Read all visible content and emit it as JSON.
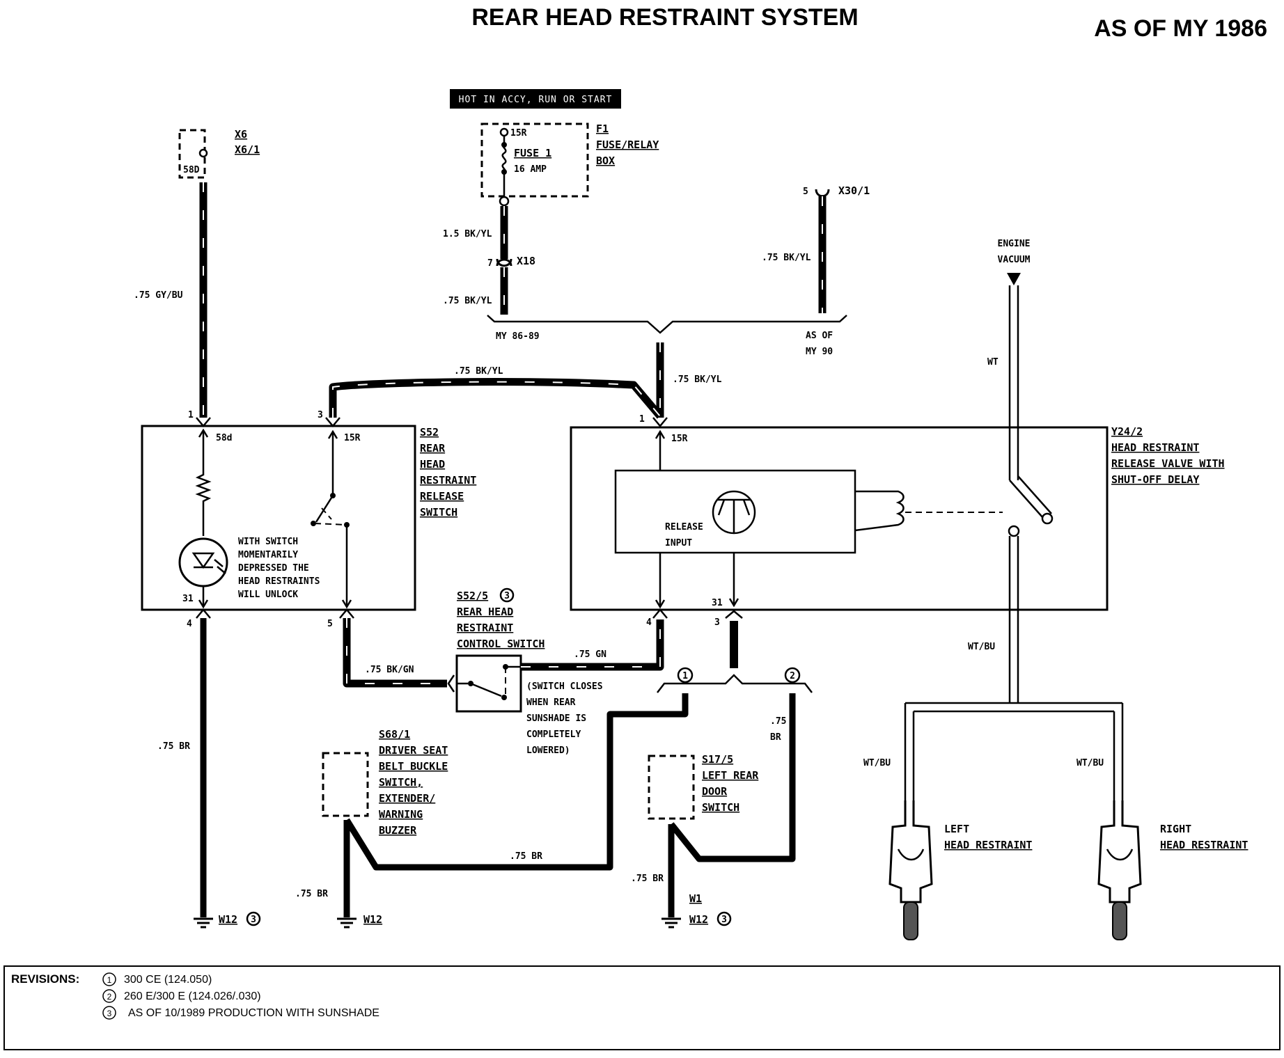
{
  "title": "REAR HEAD RESTRAINT SYSTEM",
  "as_of": "AS OF MY 1986",
  "hot_label": "HOT IN ACCY, RUN OR START",
  "x6": {
    "line1": "X6",
    "line2": "X6/1",
    "pin": "58D"
  },
  "f1": {
    "id": "F1",
    "line2": "FUSE/RELAY",
    "line3": "BOX",
    "pin": "15R",
    "fuse": "FUSE 1",
    "amp": "16 AMP"
  },
  "x18": {
    "id": "X18",
    "pin": "7"
  },
  "x30": {
    "id": "X30/1",
    "pin": "5"
  },
  "engine_vacuum": {
    "line1": "ENGINE",
    "line2": "VACUUM"
  },
  "my86": "MY 86-89",
  "my90": {
    "line1": "AS OF",
    "line2": "MY 90"
  },
  "wires": {
    "gybu": ".75 GY/BU",
    "bkyl_15": "1.5 BK/YL",
    "bkyl_a": ".75 BK/YL",
    "bkyl_b": ".75 BK/YL",
    "bkyl_c": ".75 BK/YL",
    "bkyl_d": ".75 BK/YL",
    "wt": "WT",
    "wtbu_main": "WT/BU",
    "wtbu_left": "WT/BU",
    "wtbu_right": "WT/BU",
    "bkgn": ".75 BK/GN",
    "gn": ".75 GN",
    "br_left": ".75 BR",
    "br_mid": ".75 BR",
    "br_s68": ".75 BR",
    "br_s17": ".75 BR",
    "br_right_1": ".75",
    "br_right_2": "BR"
  },
  "s52": {
    "lines": [
      "S52",
      "REAR",
      "HEAD",
      "RESTRAINT",
      "RELEASE",
      "SWITCH"
    ],
    "pin1": "1",
    "pin3": "3",
    "pin4": "4",
    "pin5": "5",
    "t58d": "58d",
    "t15r": "15R",
    "t31": "31",
    "note": [
      "WITH SWITCH",
      "MOMENTARILY",
      "DEPRESSED THE",
      "HEAD RESTRAINTS",
      "WILL UNLOCK"
    ]
  },
  "y24": {
    "lines": [
      "Y24/2",
      "HEAD RESTRAINT",
      "RELEASE VALVE WITH",
      "SHUT-OFF DELAY"
    ],
    "pin1": "1",
    "pin4": "4",
    "pin3": "3",
    "t15r": "15R",
    "t31": "31",
    "release": "RELEASE",
    "input": "INPUT"
  },
  "s52_5": {
    "id": "S52/5",
    "rev": "3",
    "lines": [
      "REAR HEAD",
      "RESTRAINT",
      "CONTROL SWITCH"
    ],
    "note": [
      "(SWITCH CLOSES",
      "WHEN REAR",
      "SUNSHADE IS",
      "COMPLETELY",
      "LOWERED)"
    ]
  },
  "s68": {
    "lines": [
      "S68/1",
      "DRIVER SEAT",
      "BELT BUCKLE",
      "SWITCH,",
      "EXTENDER/",
      "WARNING",
      "BUZZER"
    ]
  },
  "s17": {
    "lines": [
      "S17/5",
      "LEFT REAR",
      "DOOR",
      "SWITCH"
    ]
  },
  "grounds": {
    "g1": "W12",
    "g1_rev": "3",
    "g2": "W12",
    "g3a": "W1",
    "g3b": "W12",
    "g3_rev": "3"
  },
  "branch": {
    "r1": "1",
    "r2": "2"
  },
  "left_hr": {
    "line1": "LEFT",
    "line2": "HEAD RESTRAINT"
  },
  "right_hr": {
    "line1": "RIGHT",
    "line2": "HEAD RESTRAINT"
  },
  "revisions": {
    "label": "REVISIONS:",
    "items": [
      {
        "num": "1",
        "text": "300 CE (124.050)"
      },
      {
        "num": "2",
        "text": "260 E/300 E (124.026/.030)"
      },
      {
        "num": "3",
        "text": "AS OF 10/1989 PRODUCTION WITH SUNSHADE"
      }
    ]
  }
}
